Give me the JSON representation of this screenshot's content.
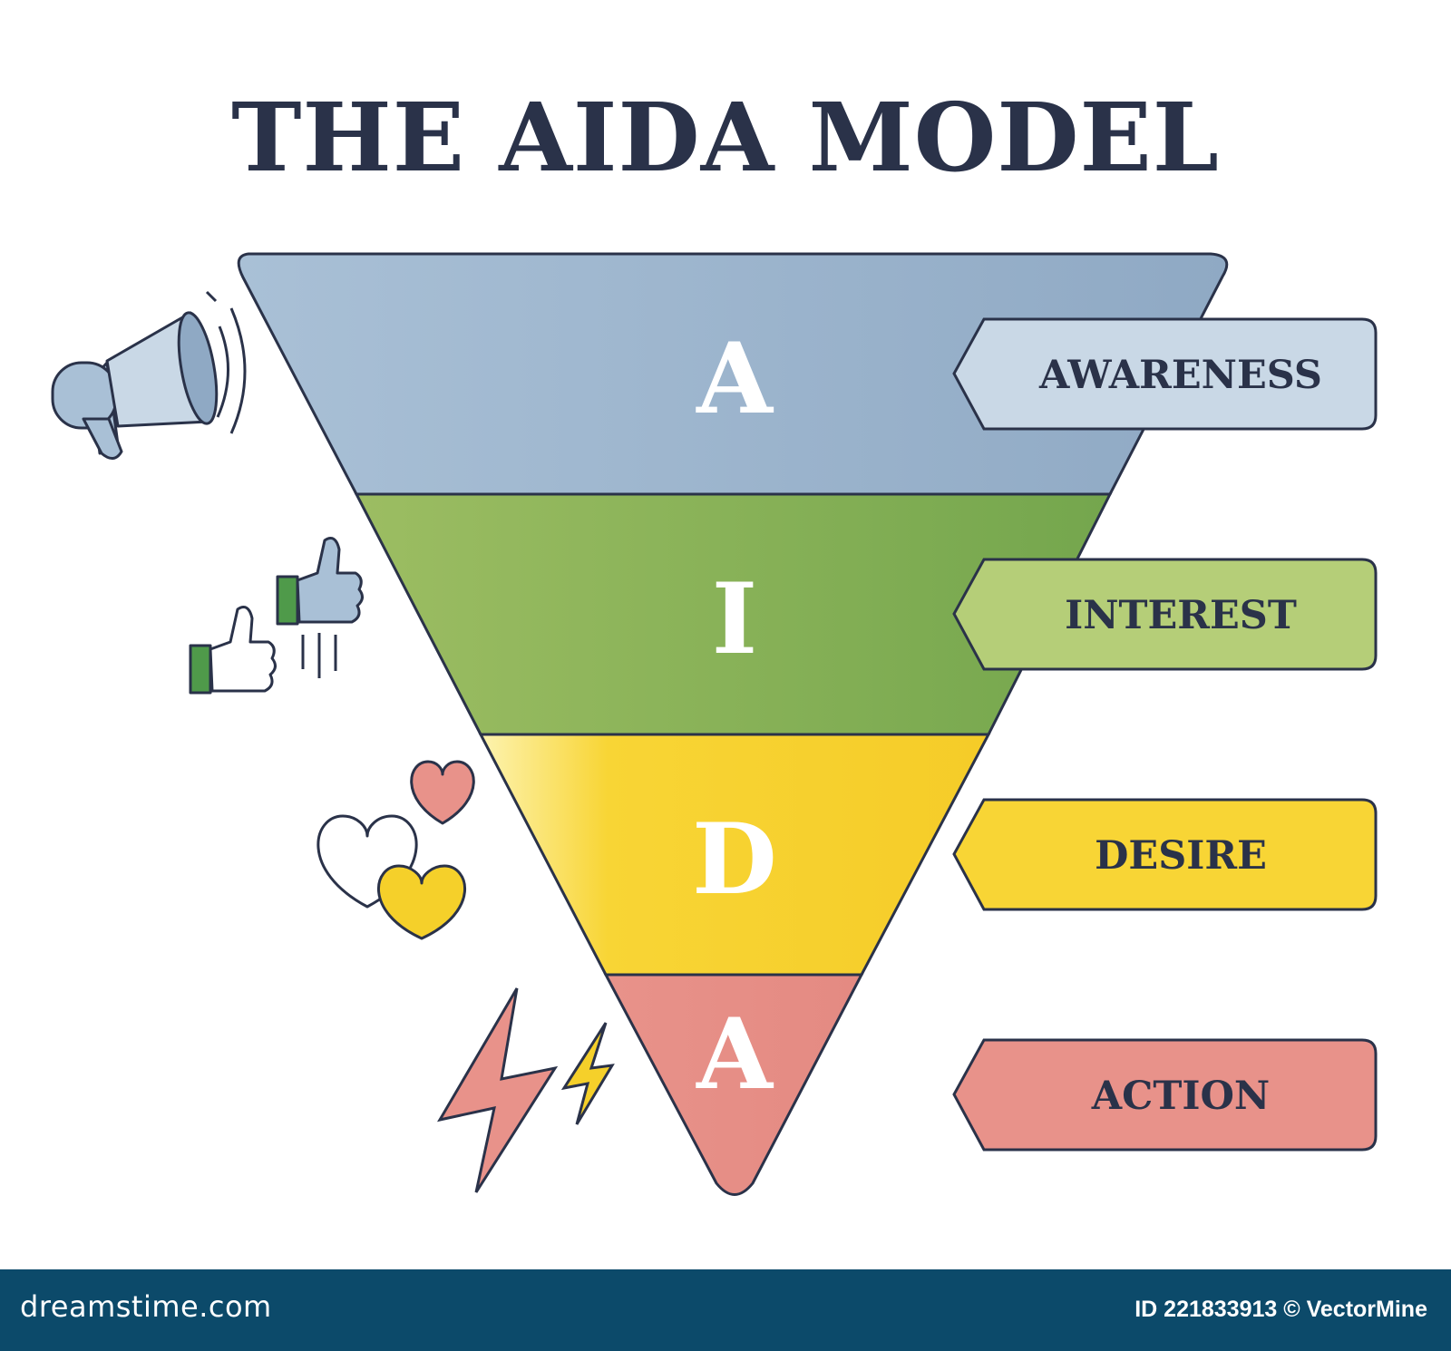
{
  "title": "THE AIDA MODEL",
  "stages": [
    {
      "letter": "A",
      "label": "AWARENESS",
      "fill": "#a9c0d6",
      "fill_dark": "#8fa9c4",
      "icon": "megaphone-icon"
    },
    {
      "letter": "I",
      "label": "INTEREST",
      "fill": "#9cbd62",
      "fill_dark": "#74a64d",
      "icon": "thumbs-up-icon"
    },
    {
      "letter": "D",
      "label": "DESIRE",
      "fill": "#f8d535",
      "fill_dark": "#f5cc28",
      "icon": "hearts-icon"
    },
    {
      "letter": "A",
      "label": "ACTION",
      "fill": "#e8928a",
      "fill_dark": "#e48a82",
      "icon": "lightning-icon"
    }
  ],
  "colors": {
    "outline": "#2a3249",
    "letter": "#ffffff",
    "watermark_bar": "#0c4a6a",
    "heart_pink": "#e8928a",
    "bolt_yellow": "#f5d02a"
  },
  "footer": {
    "brand": "dreamstime.com",
    "credit": "ID 221833913 © VectorMine"
  }
}
